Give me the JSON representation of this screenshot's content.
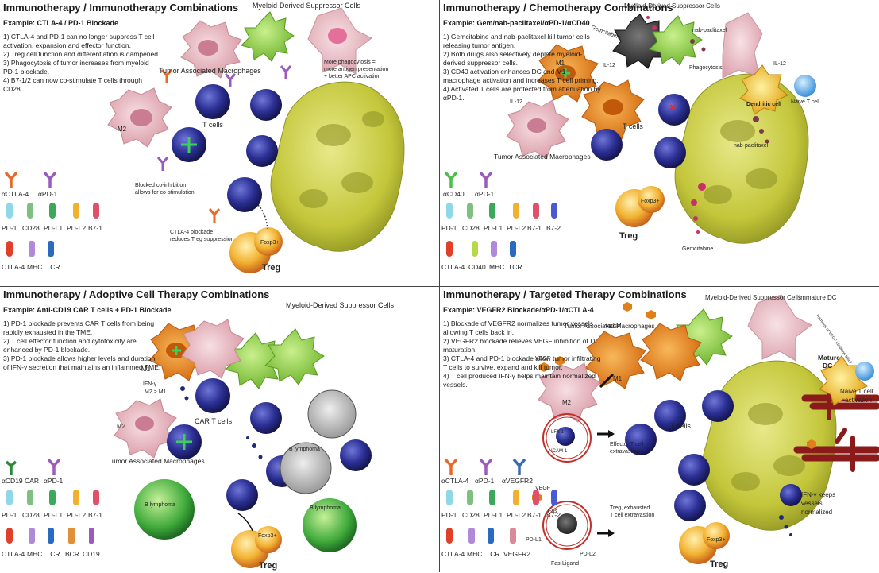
{
  "q1": {
    "title": "Immunotherapy / Immunotherapy Combinations",
    "example": "Example: CTLA-4 / PD-1 Blockade",
    "steps": [
      "1) CTLA-4 and PD-1 can no longer suppress T cell activation, expansion and effector function.",
      "2) Treg cell function and differentiation is dampened.",
      "3) Phagocytosis of tumor increases from myeloid PD-1 blockade.",
      "4) B7-1/2 can now co-stimulate T cells through CD28."
    ],
    "labels": {
      "mdsc": "Myeloid-Derived Suppressor Cells",
      "tam": "Tumor Associated Macrophages",
      "m2": "M2",
      "tcells": "T cells",
      "treg": "Treg",
      "foxp3": "Foxp3+",
      "phago1": "More phagocytosis =",
      "phago2": "more antigen presentation",
      "phago3": "+ better APC activation",
      "blocked1": "Blocked co-inhibition",
      "blocked2": "allows for co-stimulation",
      "ctla1": "CTLA-4 blockade",
      "ctla2": "reduces Treg suppression"
    },
    "legend_row1": [
      "αCTLA-4",
      "αPD-1"
    ],
    "legend_row2": [
      "PD-1",
      "CD28",
      "PD-L1",
      "PD-L2",
      "B7-1"
    ],
    "legend_row3": [
      "CTLA-4",
      "MHC",
      "TCR"
    ]
  },
  "q2": {
    "title": "Immunotherapy / Chemotherapy Combinations",
    "example": "Example: Gem/nab-paclitaxel/αPD-1/αCD40",
    "steps": [
      "1) Gemcitabine and nab-paclitaxel kill tumor cells releasing tumor antigen.",
      "2) Both drugs also selectively deplete myeloid-derived suppressor cells.",
      "3) CD40 activation enhances DC and M1 macrophage activation and increases T cell priming.",
      "4) Activated T cells are protected from attenuation by αPD-1."
    ],
    "labels": {
      "mdsc": "Myeloid-Derived Suppressor Cells",
      "gem": "Gemcitabine",
      "nab": "nab-paclitaxel",
      "m1": "M1",
      "il12": "IL-12",
      "phago": "Phagocytosis",
      "dc": "Dendritic cell",
      "naive": "Naive T cell",
      "tam": "Tumor Associated Macrophages",
      "tcells": "T cells",
      "treg": "Treg",
      "foxp3": "Foxp3+"
    },
    "legend_row1": [
      "αCD40",
      "αPD-1"
    ],
    "legend_row2": [
      "PD-1",
      "CD28",
      "PD-L1",
      "PD-L2",
      "B7-1",
      "B7-2"
    ],
    "legend_row3": [
      "CTLA-4",
      "CD40",
      "MHC",
      "TCR"
    ]
  },
  "q3": {
    "title": "Immunotherapy / Adoptive Cell Therapy Combinations",
    "example": "Example: Anti-CD19 CAR T cells + PD-1 Blockade",
    "steps": [
      "1) PD-1 blockade prevents CAR T cells from being rapidly exhausted in the TME.",
      "2) T cell effector function and cytotoxicity are enhanced by PD-1 blockade.",
      "3) PD-1 blockade allows higher levels and duration of IFN-γ secretion that maintains an inflammed TME."
    ],
    "labels": {
      "mdsc": "Myeloid-Derived Suppressor Cells",
      "m1": "M1",
      "ifng": "IFN-γ",
      "m2m1": "M2 > M1",
      "m2": "M2",
      "tam": "Tumor Associated Macrophages",
      "car": "CAR T cells",
      "blymph": "B lymphoma",
      "treg": "Treg",
      "foxp3": "Foxp3+"
    },
    "legend_row1": [
      "αCD19 CAR",
      "αPD-1"
    ],
    "legend_row2": [
      "PD-1",
      "CD28",
      "PD-L1",
      "PD-L2",
      "B7-1"
    ],
    "legend_row3": [
      "CTLA-4",
      "MHC",
      "TCR",
      "BCR",
      "CD19"
    ]
  },
  "q4": {
    "title": "Immunotherapy / Targeted Therapy Combinations",
    "example": "Example: VEGFR2 Blockade/αPD-1/αCTLA-4",
    "steps": [
      "1) Blockade of VEGFR2 normalizes tumor vessels allowing T cells back in.",
      "2) VEGFR2 blockade relieves VEGF inhibition of DC maturation.",
      "3) CTLA-4 and PD-1 blockade allow tumor infiltrating T cells to survive, expand and kill tumor.",
      "4) T cell produced IFN-γ helps maintain normalized vessels."
    ],
    "labels": {
      "vegf": "VEGF",
      "mdsc": "Myeloid-Derived Suppressor Cells",
      "idc": "Immature DC",
      "tam": "Tumor Associated Macrophages",
      "m1": "M1",
      "m2": "M2",
      "mature1": "Mature",
      "mature2": "DC",
      "naive1": "Naive T cell",
      "naive2": "activation",
      "tcells": "T cells",
      "eff1": "Effector T cell",
      "eff2": "extravastion",
      "treg1": "Treg, exhausted",
      "treg2": "T cell extravastion",
      "lfa": "LFA-1",
      "icam": "ICAM-1",
      "fas": "Fas",
      "pdl1": "PD-L1",
      "pdl2": "PD-L2",
      "fasl": "Fas-Ligand",
      "ifn1": "IFN-γ keeps",
      "ifn2": "vessels",
      "ifn3": "normalized",
      "treg": "Treg",
      "foxp3": "Foxp3+",
      "removal": "Removal of VEGF inhibition block"
    },
    "legend_row1": [
      "αCTLA-4",
      "αPD-1",
      "αVEGFR2"
    ],
    "legend_row2": [
      "PD-1",
      "CD28",
      "PD-L1",
      "PD-L2",
      "B7-1",
      "B7-2"
    ],
    "legend_row3": [
      "CTLA-4",
      "MHC",
      "TCR",
      "VEGFR2"
    ]
  },
  "colors": {
    "tumor": "#c9cc3a",
    "tcell": "#2c2c8c",
    "macrophage": "#e8b0b8",
    "m1": "#e8861f",
    "mdsc": "#8fd04a",
    "treg": "#f0a830",
    "vessel": "#8b1a1a"
  }
}
